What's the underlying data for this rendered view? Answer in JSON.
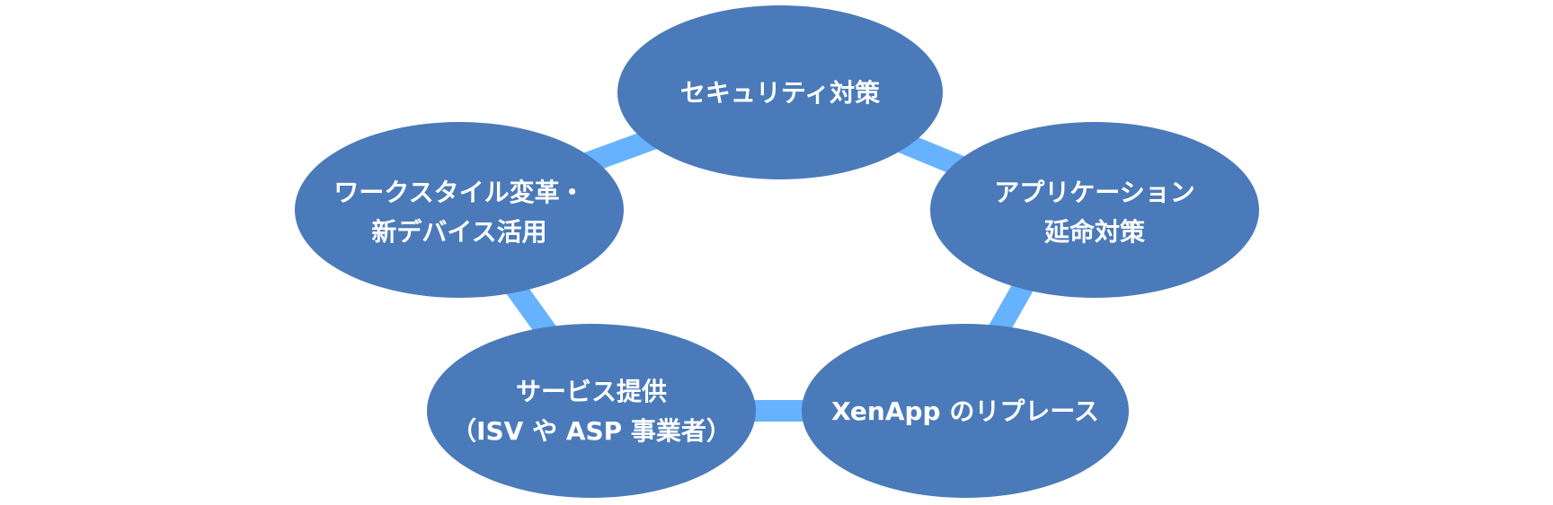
{
  "diagram": {
    "colors": {
      "node_fill": "#4a7ab9",
      "ring": "#66b2ff",
      "label": "#ffffff",
      "background": "#ffffff"
    },
    "nodes": [
      {
        "id": "security",
        "lines": [
          "セキュリティ対策"
        ]
      },
      {
        "id": "app-extension",
        "lines": [
          "アプリケーション",
          "延命対策"
        ]
      },
      {
        "id": "xenapp",
        "lines": [
          "XenApp のリプレース"
        ]
      },
      {
        "id": "service",
        "lines": [
          "サービス提供",
          "（ISV や ASP 事業者）"
        ]
      },
      {
        "id": "workstyle",
        "lines": [
          "ワークスタイル変革・",
          "新デバイス活用"
        ]
      }
    ]
  }
}
